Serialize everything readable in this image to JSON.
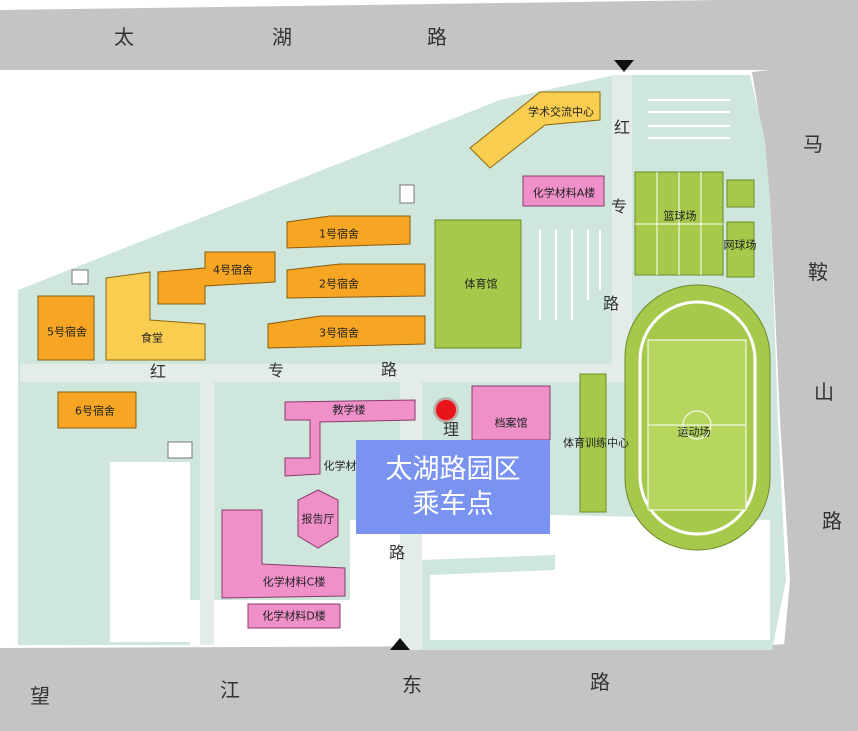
{
  "roads": {
    "top": [
      "太",
      "湖",
      "路"
    ],
    "right": [
      "马",
      "鞍",
      "山",
      "路"
    ],
    "bottom": [
      "望",
      "江",
      "东",
      "路"
    ],
    "hongzhuan_vertical": [
      "红",
      "专",
      "路"
    ],
    "hongzhuan_horizontal": [
      "红",
      "专",
      "路"
    ],
    "li": "理",
    "li_lu": "路"
  },
  "buildings": {
    "academic_center": "学术交流中心",
    "chem_a": "化学材料A楼",
    "basketball": "篮球场",
    "tennis": "网球场",
    "dorm1": "1号宿舍",
    "dorm2": "2号宿舍",
    "dorm3": "3号宿舍",
    "dorm4": "4号宿舍",
    "dorm5": "5号宿舍",
    "dorm6": "6号宿舍",
    "canteen": "食堂",
    "gym": "体育馆",
    "teaching": "教学楼",
    "chem_b": "化学材",
    "archives": "档案馆",
    "sports_center": "体育训练中心",
    "stadium": "运动场",
    "lecture_hall": "报告厅",
    "chem_c": "化学材料C楼",
    "chem_d": "化学材料D楼"
  },
  "callout": {
    "line1": "太湖路园区",
    "line2": "乘车点"
  },
  "colors": {
    "campus": "#cfe6dc",
    "road": "#bdbdbd",
    "dorm": "#f6a623",
    "canteen": "#f9cd4f",
    "pink": "#ef90c9",
    "green": "#a6c94b",
    "callout": "#7a93f1",
    "pin": "#e8141c"
  }
}
